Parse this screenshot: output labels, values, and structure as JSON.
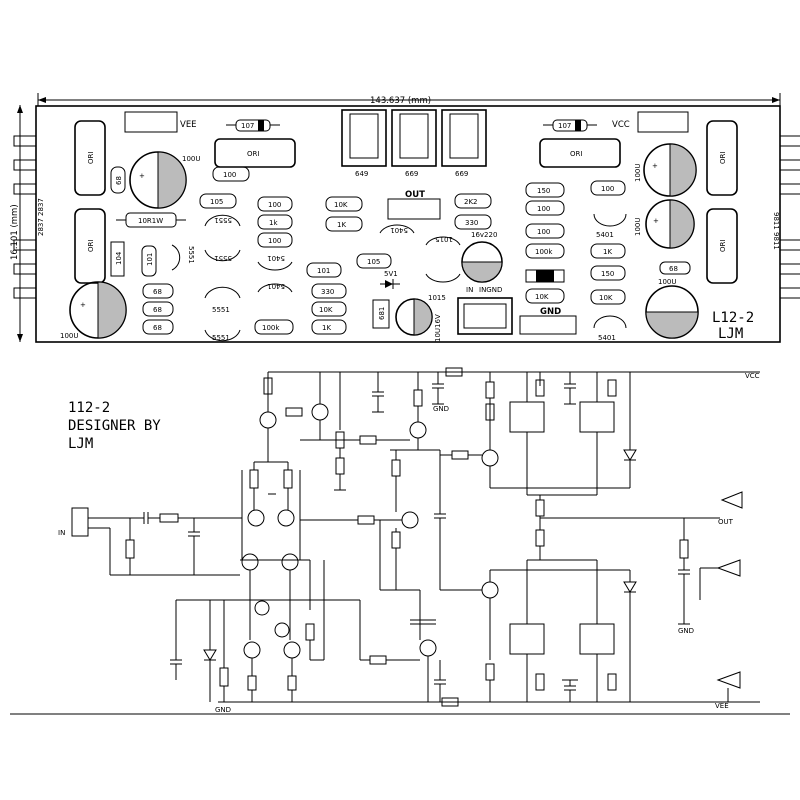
{
  "pcb": {
    "dimension_width": "143.637 (mm)",
    "dimension_height": "16.101 (mm)",
    "label_vee": "VEE",
    "label_vcc": "VCC",
    "label_out": "OUT",
    "label_gnd": "GND",
    "label_in": "IN",
    "label_ingnd": "INGND",
    "board_name": "L12-2",
    "board_author": "LJM",
    "left_transistors": "2837 2837",
    "right_transistors": "9811 9811",
    "parts": {
      "d_left": "107",
      "d_right": "107",
      "ori": "ORI",
      "cap_100u": "100U",
      "r68": "68",
      "r100": "100",
      "r105": "105",
      "r10r1w": "10R1W",
      "r104": "104",
      "r101": "101",
      "r5551": "5551",
      "r5401": "5401",
      "r1k": "1k",
      "r1K": "1K",
      "r10K": "10K",
      "r100k": "100k",
      "r649": "649",
      "r669": "669",
      "r2k2": "2K2",
      "r330": "330",
      "c16v220": "16v220",
      "r1015": "1015",
      "d5v1": "5V1",
      "c10u16v": "10U16V",
      "r681": "681",
      "r150": "150"
    }
  },
  "schematic": {
    "title_line1": "112-2",
    "title_line2": "DESIGNER BY",
    "title_line3": "LJM",
    "rail_vcc": "VCC",
    "rail_vee": "VEE",
    "out_label": "OUT",
    "in_label": "IN",
    "gnd_label": "GND"
  }
}
